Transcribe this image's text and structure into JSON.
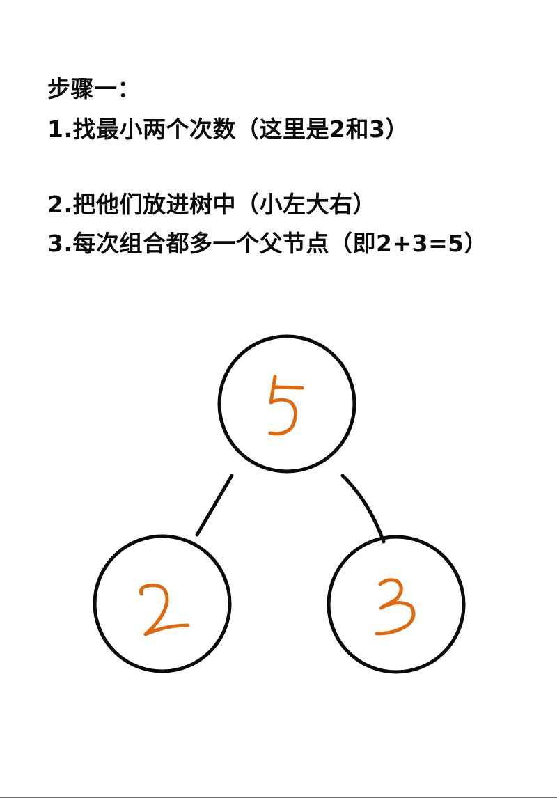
{
  "notes": {
    "heading": "步骤一：",
    "steps": [
      "1.找最小两个次数（这里是2和3）",
      "2.把他们放进树中（小左大右）",
      "3.每次组合都多一个父节点（即2+3=5）"
    ]
  },
  "tree": {
    "parent": {
      "label": "5",
      "value": 5
    },
    "left_child": {
      "label": "2",
      "value": 2
    },
    "right_child": {
      "label": "3",
      "value": 3
    },
    "colors": {
      "stroke": "#0a0a0a",
      "number": "#e0690f"
    }
  }
}
